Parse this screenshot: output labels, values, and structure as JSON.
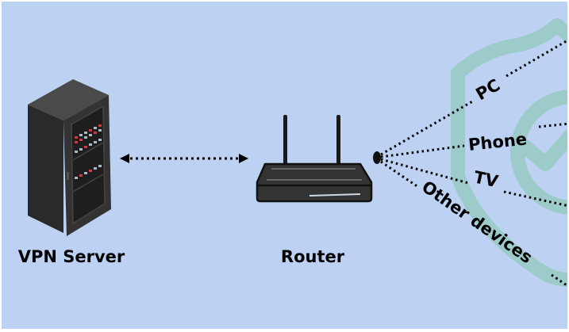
{
  "diagram": {
    "colors": {
      "background": "#bdd2f2",
      "shield": "#9ccbca",
      "device": "#2e2e2e",
      "text": "#000000"
    },
    "nodes": {
      "server": {
        "label": "VPN Server",
        "icon": "server-rack-icon"
      },
      "router": {
        "label": "Router",
        "icon": "wifi-router-icon"
      },
      "shield": {
        "icon": "shield-check-icon"
      }
    },
    "connections": {
      "server_router": {
        "style": "dotted",
        "arrows": "both"
      }
    },
    "devices": [
      {
        "label": "PC"
      },
      {
        "label": "Phone"
      },
      {
        "label": "TV"
      },
      {
        "label": "Other devices"
      }
    ]
  }
}
